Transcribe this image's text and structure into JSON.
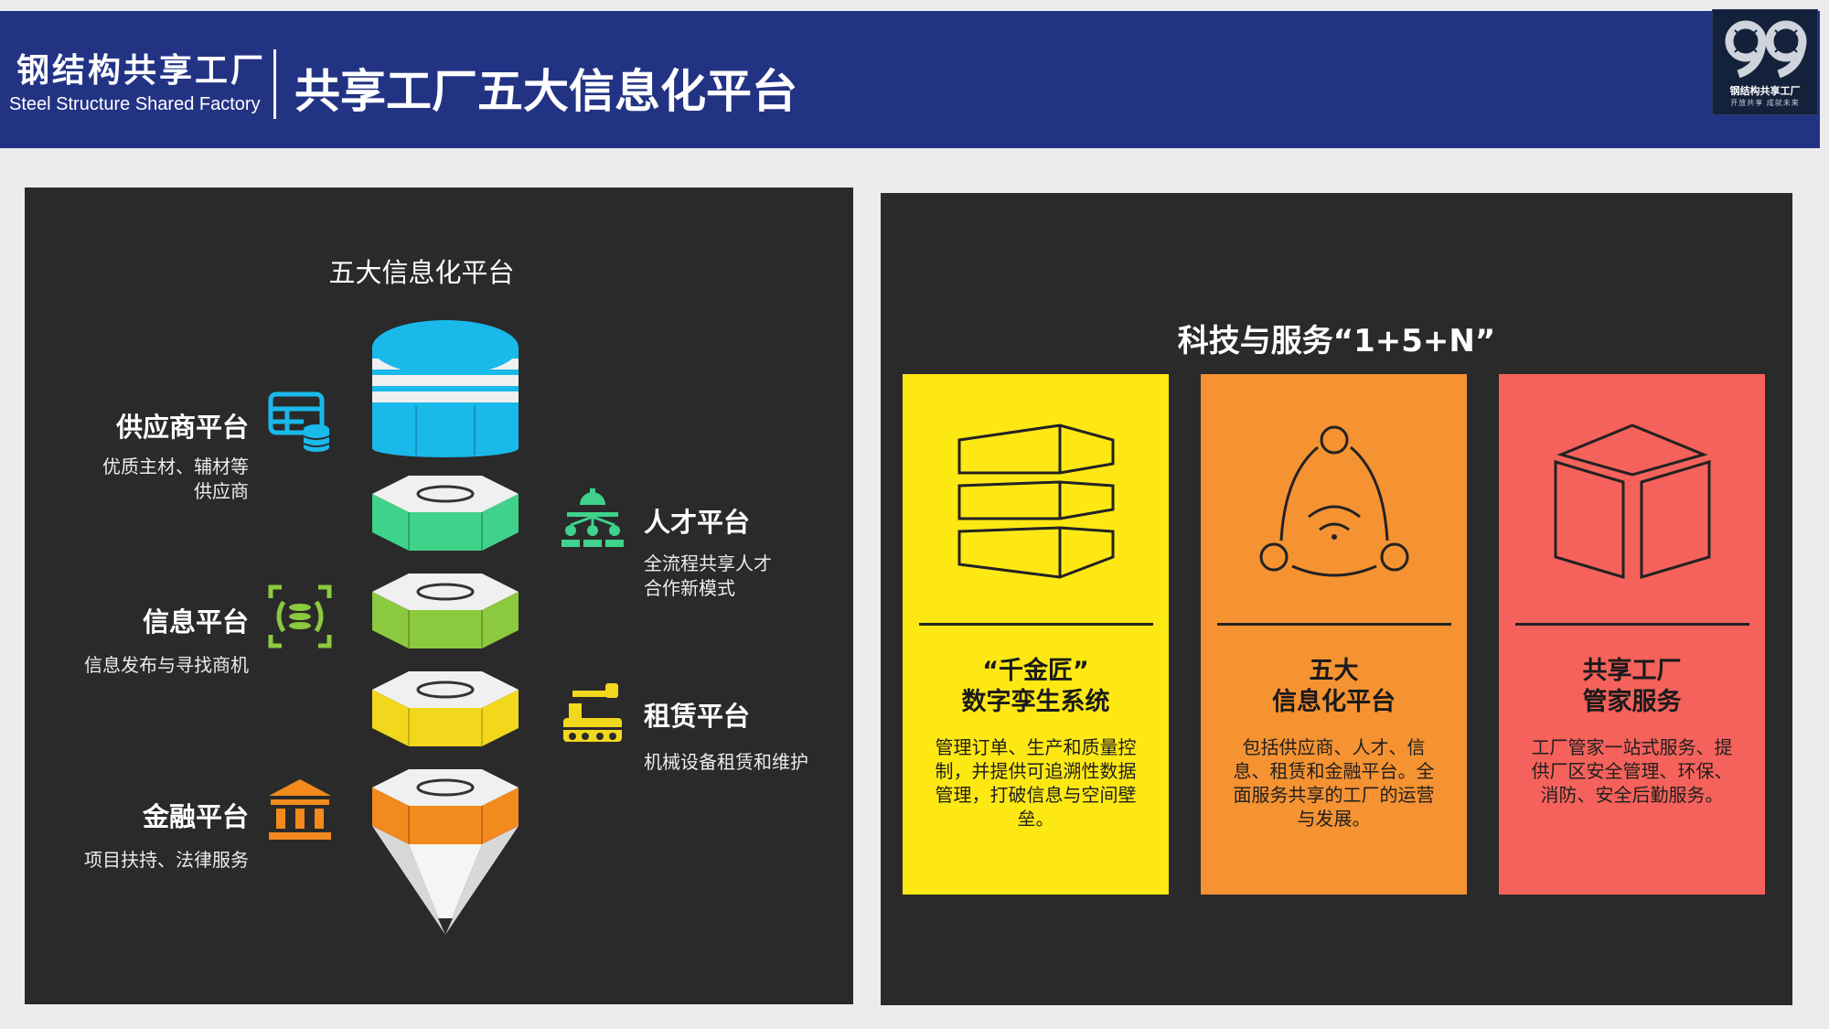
{
  "header": {
    "brand_cn": "钢结构共享工厂",
    "brand_en": "Steel Structure Shared Factory",
    "title": "共享工厂五大信息化平台",
    "logo_text": "钢结构共享工厂",
    "logo_sub": "开放共享 成就未来",
    "colors": {
      "background": "#233384"
    }
  },
  "left_panel": {
    "title": "五大信息化平台",
    "platforms": [
      {
        "title": "供应商平台",
        "desc": [
          "优质主材、辅材等",
          "供应商"
        ],
        "icon": "supplier-database-icon",
        "color": "#19b9ea"
      },
      {
        "title": "人才平台",
        "desc": [
          "全流程共享人才",
          "合作新模式"
        ],
        "icon": "talent-network-icon",
        "color": "#3fd28b"
      },
      {
        "title": "信息平台",
        "desc": [
          "信息发布与寻找商机"
        ],
        "icon": "info-scan-icon",
        "color": "#8bc93f"
      },
      {
        "title": "租赁平台",
        "desc": [
          "机械设备租赁和维护"
        ],
        "icon": "robot-arm-icon",
        "color": "#f2d81c"
      },
      {
        "title": "金融平台",
        "desc": [
          "项目扶持、法律服务"
        ],
        "icon": "bank-icon",
        "color": "#f28a1e"
      }
    ],
    "stack_colors": [
      "#19b9ea",
      "#3fd28b",
      "#8bc93f",
      "#f2d81c",
      "#f28a1e"
    ]
  },
  "right_panel": {
    "title": "科技与服务“1+5+N”",
    "cards": [
      {
        "title": [
          "“千金匠”",
          "数字孪生系统"
        ],
        "desc": "管理订单、生产和质量控制，并提供可追溯性数据管理，打破信息与空间壁垒。",
        "icon": "stacked-layers-icon",
        "color": "#fee814"
      },
      {
        "title": [
          "五大",
          "信息化平台"
        ],
        "desc": "包括供应商、人才、信息、租赁和金融平台。全面服务共享的工厂的运营与发展。",
        "icon": "network-hub-icon",
        "color": "#f59232"
      },
      {
        "title": [
          "共享工厂",
          "管家服务"
        ],
        "desc": "工厂管家一站式服务、提供厂区安全管理、环保、消防、安全后勤服务。",
        "icon": "cube-icon",
        "color": "#f5625b"
      }
    ]
  }
}
